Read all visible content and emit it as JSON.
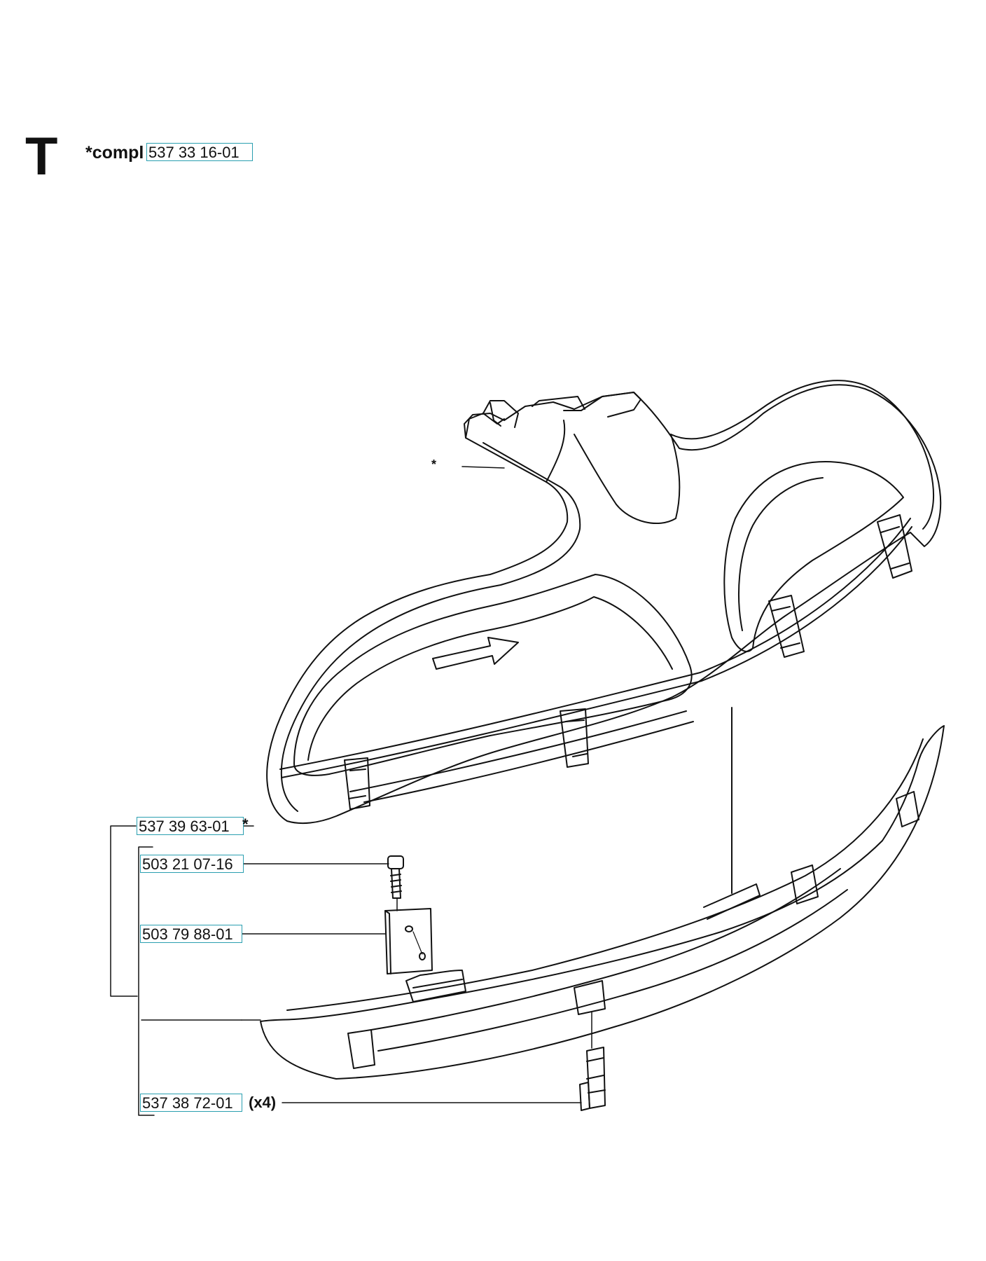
{
  "section": {
    "letter": "T",
    "compl_label": "*compl",
    "compl_part": "537 33 16-01"
  },
  "callouts": {
    "guard_assembly": {
      "part": "537 39 63-01",
      "suffix": "*"
    },
    "screw": {
      "part": "503 21 07-16"
    },
    "plate": {
      "part": "503 79 88-01"
    },
    "clip": {
      "part": "537 38 72-01",
      "qty": "(x4)"
    }
  },
  "drawing_mark": "*",
  "colors": {
    "link_border": "#2a9fb0",
    "line": "#111111"
  },
  "icons": {
    "arrow": "direction-arrow-icon"
  }
}
